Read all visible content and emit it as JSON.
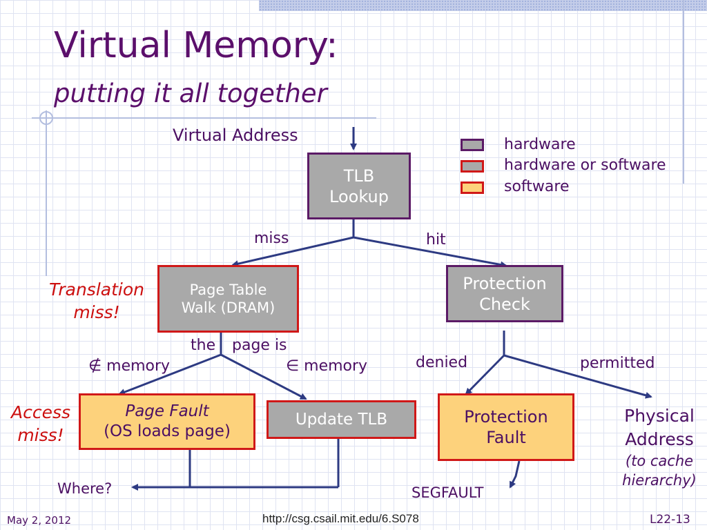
{
  "title": "Virtual Memory:",
  "subtitle": "putting it all together",
  "diagram": {
    "virtual_address": "Virtual Address",
    "tlb_lookup": [
      "TLB",
      "Lookup"
    ],
    "miss": "miss",
    "hit": "hit",
    "page_table_walk": [
      "Page Table",
      "Walk (DRAM)"
    ],
    "protection_check": [
      "Protection",
      "Check"
    ],
    "translation_miss": [
      "Translation",
      "miss!"
    ],
    "the": "the",
    "page_is": "page is",
    "not_in_memory": "∉ memory",
    "in_memory": "∈ memory",
    "denied": "denied",
    "permitted": "permitted",
    "access_miss": [
      "Access",
      "miss!"
    ],
    "page_fault": [
      "Page Fault",
      "(OS loads page)"
    ],
    "update_tlb": "Update TLB",
    "protection_fault": [
      "Protection",
      "Fault"
    ],
    "physical_address": [
      "Physical",
      "Address",
      "(to cache",
      "hierarchy)"
    ],
    "where": "Where?",
    "segfault": "SEGFAULT"
  },
  "legend": {
    "hardware": "hardware",
    "hardware_or_software": "hardware or software",
    "software": "software"
  },
  "colors": {
    "hardware_fill": "#a9a9a9",
    "hardware_border": "#5b1a66",
    "hwsw_border": "#d01818",
    "software_fill": "#fdd27c",
    "arrow": "#2d3a82",
    "title": "#5b0f6b",
    "emphasis": "#cc0f0f"
  },
  "footer": {
    "date": "May 2, 2012",
    "url": "http://csg.csail.mit.edu/6.S078",
    "slide": "L22-13"
  }
}
